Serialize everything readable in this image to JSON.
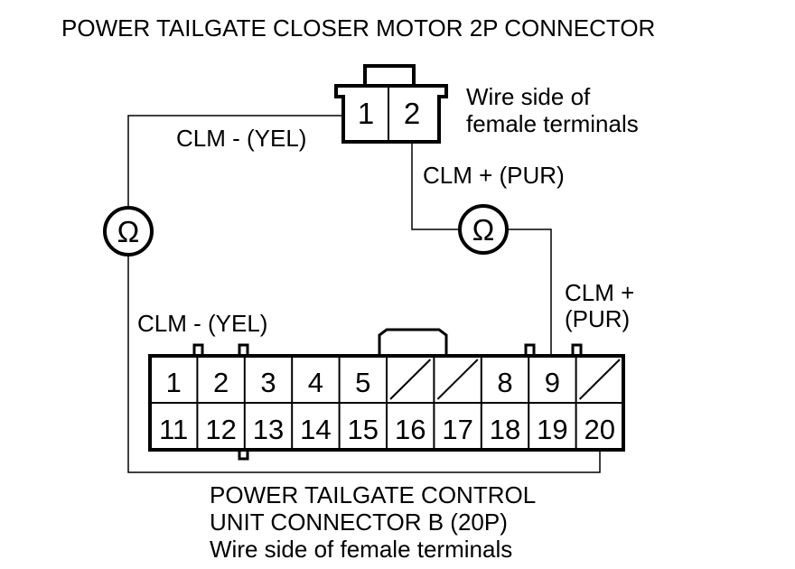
{
  "title": "POWER TAILGATE CLOSER MOTOR 2P CONNECTOR",
  "connector_2p": {
    "pins": [
      "1",
      "2"
    ],
    "note_line1": "Wire side of",
    "note_line2": "female terminals"
  },
  "wire_labels": {
    "clm_minus_top": "CLM - (YEL)",
    "clm_plus_top": "CLM +  (PUR)",
    "clm_minus_bottom": "CLM - (YEL)",
    "clm_plus_bottom_1": "CLM +",
    "clm_plus_bottom_2": "(PUR)"
  },
  "meters": [
    "Ω",
    "Ω"
  ],
  "connector_20p": {
    "top_row": [
      "1",
      "2",
      "3",
      "4",
      "5",
      "",
      "",
      "8",
      "9",
      ""
    ],
    "bottom_row": [
      "11",
      "12",
      "13",
      "14",
      "15",
      "16",
      "17",
      "18",
      "19",
      "20"
    ],
    "caption_line1": "POWER TAILGATE CONTROL",
    "caption_line2": "UNIT CONNECTOR B (20P)",
    "caption_line3": "Wire side of female terminals"
  }
}
